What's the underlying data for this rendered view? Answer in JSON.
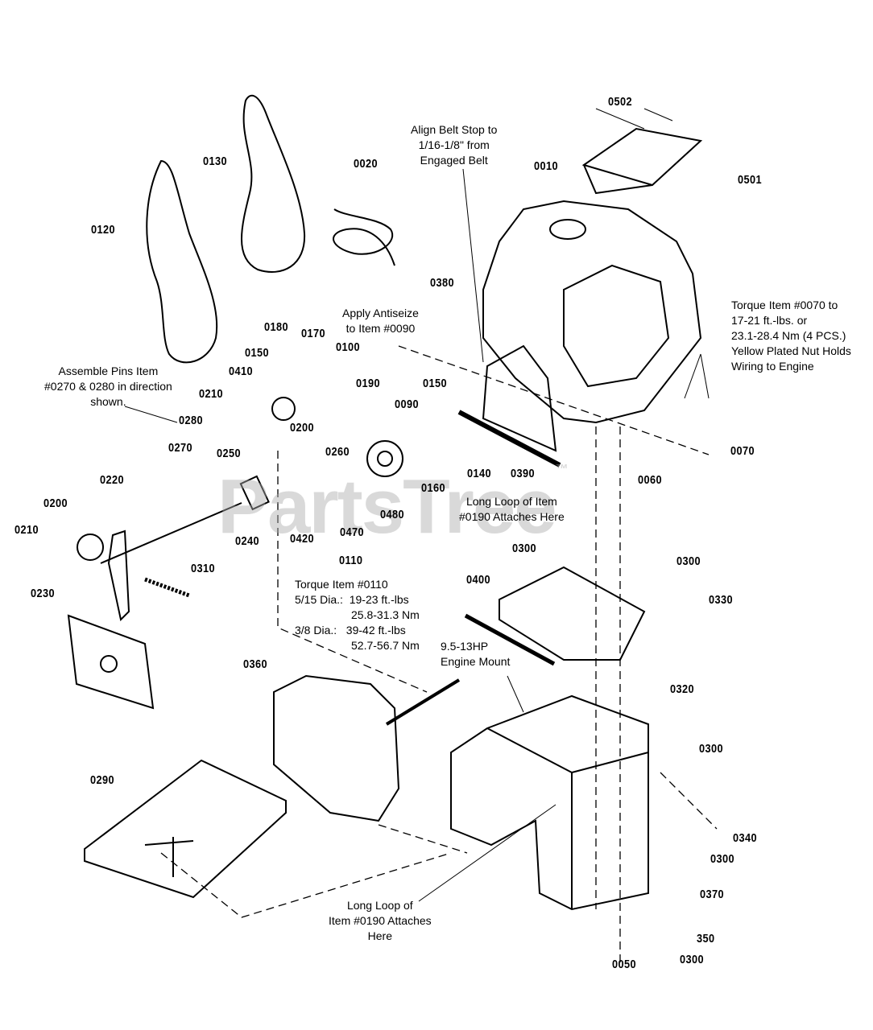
{
  "watermark": "PartsTree",
  "watermark_mark": "™",
  "part_labels": [
    "0502",
    "0501",
    "0010",
    "0020",
    "0130",
    "0120",
    "0380",
    "0180",
    "0170",
    "0100",
    "0150",
    "0410",
    "0190",
    "0150",
    "0090",
    "0210",
    "0200",
    "0280",
    "0270",
    "0250",
    "0260",
    "0220",
    "0200",
    "0210",
    "0240",
    "0420",
    "0470",
    "0480",
    "0110",
    "0160",
    "0140",
    "0390",
    "0060",
    "0070",
    "0300",
    "0300",
    "0330",
    "0400",
    "0310",
    "0230",
    "0360",
    "0320",
    "0290",
    "0300",
    "0340",
    "0300",
    "0370",
    "350",
    "0300",
    "0050"
  ],
  "notes": {
    "belt_stop": "Align Belt Stop to\n1/16-1/8\" from\nEngaged Belt",
    "antiseize": "Apply Antiseize\nto Item #0090",
    "assemble_pins": "Assemble Pins Item\n#0270 & 0280 in direction\nshown.",
    "long_loop_top": "Long Loop of Item\n#0190 Attaches Here",
    "torque_0110": "Torque Item #0110\n5/15 Dia.:  19-23 ft.-lbs\n                  25.8-31.3 Nm\n3/8 Dia.:   39-42 ft.-lbs\n                  52.7-56.7 Nm",
    "engine_mount": "9.5-13HP\nEngine Mount",
    "torque_0070": "Torque Item #0070 to\n17-21 ft.-lbs. or\n23.1-28.4 Nm (4 PCS.)\nYellow Plated Nut Holds\nWiring to Engine",
    "long_loop_bottom": "Long Loop of\nItem #0190 Attaches\nHere"
  }
}
